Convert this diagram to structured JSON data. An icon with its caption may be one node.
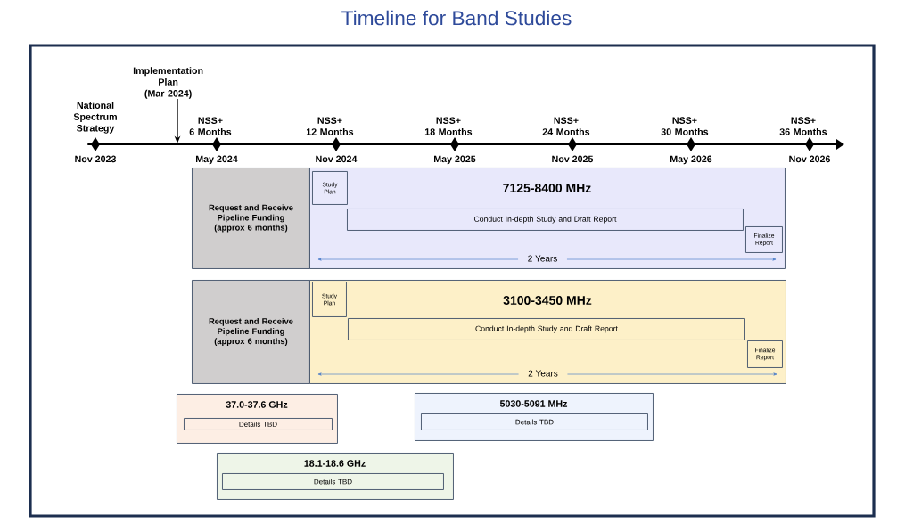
{
  "diagram": {
    "title": "Timeline for Band Studies",
    "nodes": [
      {
        "text": [
          "Implementation Plan (Mar 2024)"
        ]
      },
      {
        "text": [
          "Request and Receive Pipeline Funding (approx 6 months)"
        ]
      },
      {
        "text": [
          "7125-8400 MHz",
          "2 Years"
        ]
      },
      {
        "text": [
          "Study Plan"
        ],
        "in": 2
      },
      {
        "text": [
          "Conduct In-depth Study and Draft Report"
        ],
        "in": 2
      },
      {
        "text": [
          "Finalize Report"
        ],
        "in": 2
      },
      {
        "text": [
          "Request and Receive Pipeline Funding (approx 6 months)"
        ]
      },
      {
        "text": [
          "3100-3450 MHz",
          "2 Years"
        ]
      },
      {
        "text": [
          "Study Plan"
        ],
        "in": 7
      },
      {
        "text": [
          "Conduct In-depth Study and Draft Report"
        ],
        "in": 7
      },
      {
        "text": [
          "Finalize Report"
        ],
        "in": 7
      },
      {
        "text": [
          "37.0-37.6 GHz"
        ]
      },
      {
        "text": [
          "Details TBD"
        ],
        "in": 11
      },
      {
        "text": [
          "5030-5091 MHz"
        ]
      },
      {
        "text": [
          "Details TBD"
        ],
        "in": 13
      },
      {
        "text": [
          "18.1-18.6 GHz"
        ]
      },
      {
        "text": [
          "Details TBD"
        ],
        "in": 15
      },
      {
        "text": [],
        "shape": "bar"
      }
    ],
    "edges": [
      {
        "from": 0,
        "to": 17,
        "arrow": "to"
      }
    ],
    "labels": [
      "National Spectrum Strategy",
      "Nov 2023",
      "NSS+ 6 Months",
      "May 2024",
      "NSS+ 12 Months",
      "Nov 2024",
      "NSS+ 18 Months",
      "May 2025",
      "NSS+ 24 Months",
      "Nov 2025",
      "NSS+ 30 Months",
      "May 2026",
      "NSS+ 36 Months",
      "Nov 2026"
    ]
  }
}
